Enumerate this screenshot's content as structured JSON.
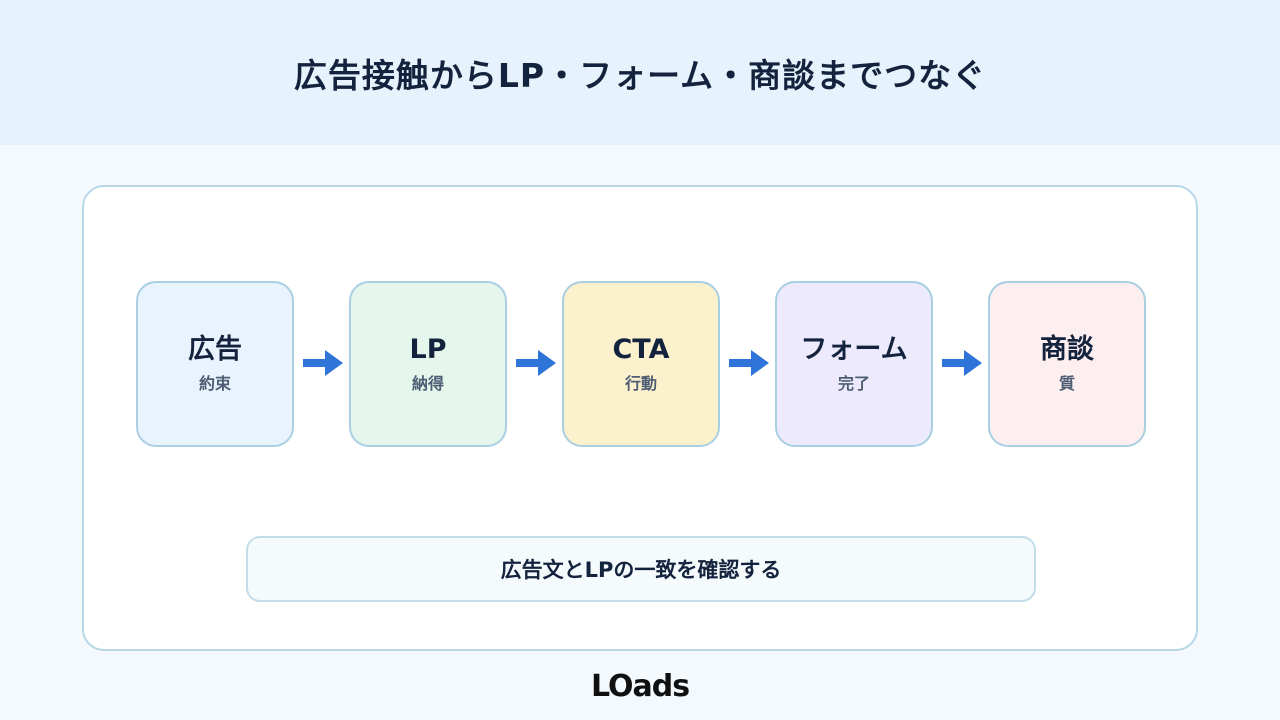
{
  "header": {
    "title": "広告接触からLP・フォーム・商談までつなぐ"
  },
  "steps": [
    {
      "title": "広告",
      "subtitle": "約束",
      "fill": "#e9f3fd"
    },
    {
      "title": "LP",
      "subtitle": "納得",
      "fill": "#e5f6ec"
    },
    {
      "title": "CTA",
      "subtitle": "行動",
      "fill": "#fcf1cd"
    },
    {
      "title": "フォーム",
      "subtitle": "完了",
      "fill": "#eeeafd"
    },
    {
      "title": "商談",
      "subtitle": "質",
      "fill": "#fdeef0"
    }
  ],
  "arrow_color": "#2f74d8",
  "note": {
    "text": "広告文とLPの一致を確認する"
  },
  "footer": {
    "logo": "LOads"
  }
}
